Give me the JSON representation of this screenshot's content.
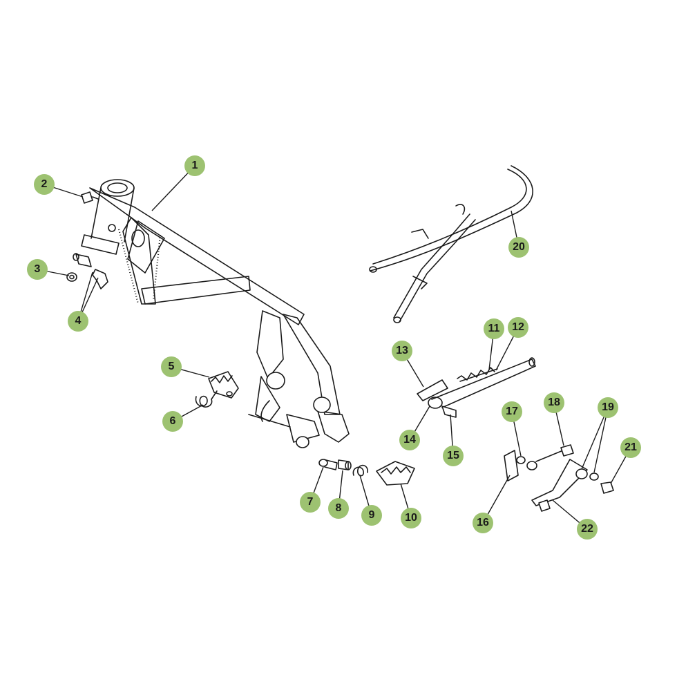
{
  "theme": {
    "callout_fill": "#9dc271",
    "callout_text": "#1a1a1a",
    "line_color": "#1a1a1a"
  },
  "callouts": [
    {
      "label": "1"
    },
    {
      "label": "2"
    },
    {
      "label": "3"
    },
    {
      "label": "4"
    },
    {
      "label": "5"
    },
    {
      "label": "6"
    },
    {
      "label": "7"
    },
    {
      "label": "8"
    },
    {
      "label": "9"
    },
    {
      "label": "10"
    },
    {
      "label": "11"
    },
    {
      "label": "12"
    },
    {
      "label": "13"
    },
    {
      "label": "14"
    },
    {
      "label": "15"
    },
    {
      "label": "16"
    },
    {
      "label": "17"
    },
    {
      "label": "18"
    },
    {
      "label": "19"
    },
    {
      "label": "20"
    },
    {
      "label": "21"
    },
    {
      "label": "22"
    }
  ]
}
